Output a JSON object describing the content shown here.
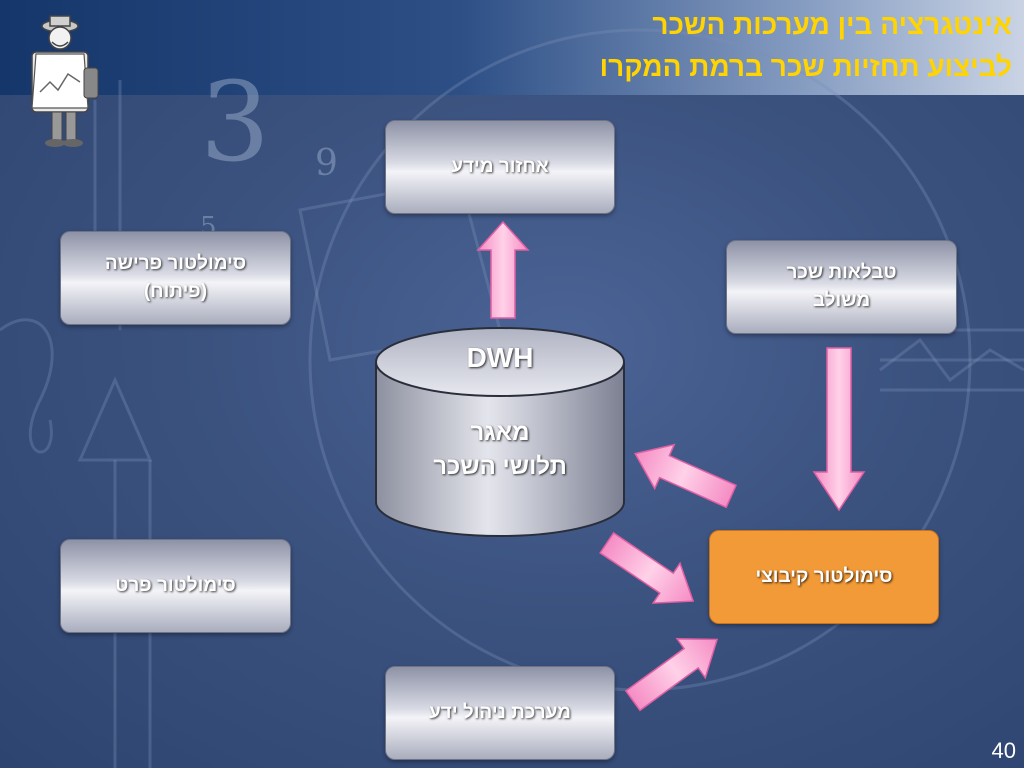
{
  "title": {
    "line1": "אינטגרציה בין מערכות השכר",
    "line2": "לביצוע תחזיות שכר ברמת המקרו"
  },
  "nodes": {
    "info_retrieval": "אחזור מידע",
    "retirement_sim": {
      "line1": "סימולטור פרישה",
      "line2": "(פיתוח)"
    },
    "integrated_pay_tables": {
      "line1": "טבלאות שכר",
      "line2": "משולב"
    },
    "private_sim": "סימולטור פרט",
    "collective_sim": "סימולטור קיבוצי",
    "knowledge_mgmt": "מערכת ניהול ידע"
  },
  "database": {
    "code": "DWH",
    "line1": "מאגר",
    "line2": "תלושי השכר"
  },
  "page_number": "40",
  "colors": {
    "title": "#ffd400",
    "accent_box": "#f29a37",
    "arrow": "#f7a8d0",
    "background": "#3b527f"
  }
}
